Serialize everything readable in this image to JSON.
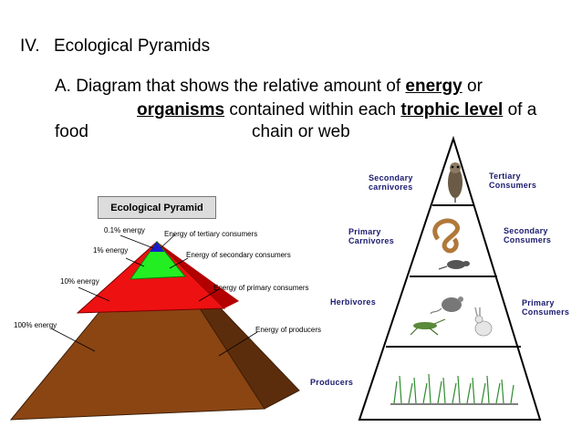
{
  "heading": {
    "number": "IV.",
    "text": "Ecological Pyramids"
  },
  "body": {
    "prefix": "A.  Diagram that shows the relative amount of ",
    "energy": "energy",
    "or": " or",
    "organisms": "organisms",
    "mid": " contained within each ",
    "trophic": "trophic level",
    "of_a": " of a",
    "food": "food",
    "chain": "chain or web"
  },
  "left_pyramid": {
    "title": "Ecological Pyramid",
    "levels": [
      {
        "energy": "0.1% energy",
        "desc": "Energy of tertiary consumers",
        "color": "#1a1acc"
      },
      {
        "energy": "1% energy",
        "desc": "Energy of secondary consumers",
        "color": "#22ee22"
      },
      {
        "energy": "10% energy",
        "desc": "Energy of primary consumers",
        "color": "#ee1111"
      },
      {
        "energy": "100% energy",
        "desc": "Energy of producers",
        "color": "#8b4513"
      }
    ]
  },
  "right_pyramid": {
    "left_labels": [
      "Secondary carnivores",
      "Primary Carnivores",
      "Herbivores",
      "Producers"
    ],
    "right_labels": [
      "Tertiary Consumers",
      "Secondary Consumers",
      "Primary Consumers"
    ],
    "label_color": "#1a1a6e"
  }
}
